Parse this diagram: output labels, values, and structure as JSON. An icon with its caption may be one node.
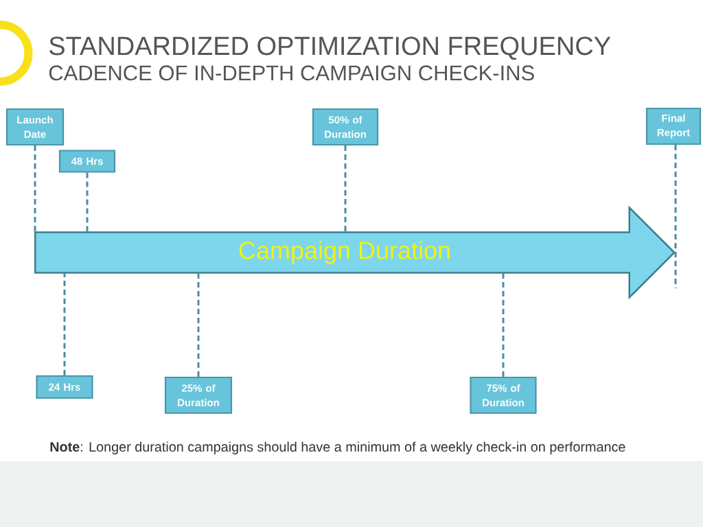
{
  "diagram": {
    "title": "STANDARDIZED OPTIMIZATION FREQUENCY",
    "nodes": [
      {
        "text": [
          "Launch Date"
        ]
      },
      {
        "text": [
          "50% of Duration"
        ]
      },
      {
        "text": [
          "Final Report"
        ]
      },
      {
        "text": [
          "48 Hrs"
        ]
      },
      {
        "text": [
          "Campaign Duration"
        ]
      },
      {
        "text": [
          "24 Hrs"
        ]
      },
      {
        "text": [
          "25% of Duration"
        ]
      },
      {
        "text": [
          "75% of Duration"
        ]
      }
    ],
    "edges": [
      {
        "from": 0,
        "to": 4,
        "arrow": "none",
        "style": "dashed"
      },
      {
        "from": 1,
        "to": 4,
        "arrow": "none",
        "style": "dashed"
      },
      {
        "from": 2,
        "to": 4,
        "arrow": "none",
        "style": "dashed"
      },
      {
        "from": 3,
        "to": 4,
        "arrow": "none",
        "style": "dashed"
      },
      {
        "from": 5,
        "to": 4,
        "arrow": "none",
        "style": "dashed"
      },
      {
        "from": 6,
        "to": 4,
        "arrow": "none",
        "style": "dashed"
      },
      {
        "from": 7,
        "to": 4,
        "arrow": "none",
        "style": "dashed"
      }
    ],
    "labels": [
      "CADENCE OF IN-DEPTH CAMPAIGN CHECK-INS",
      "**Note**: Longer duration campaigns should have a minimum of a weekly check-in on performance"
    ]
  }
}
